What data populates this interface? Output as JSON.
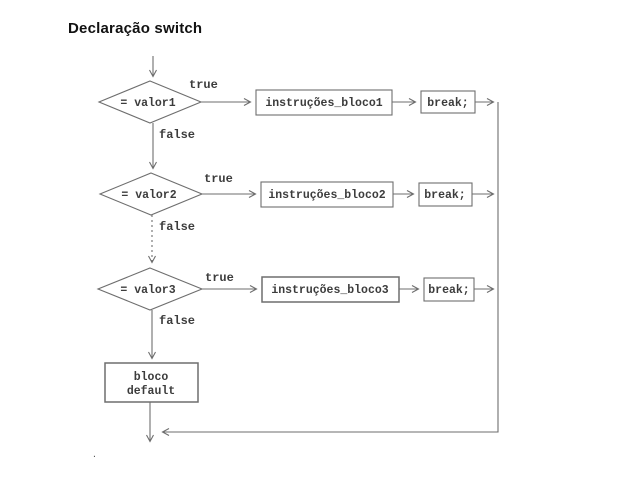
{
  "title": "Declaração switch",
  "colors": {
    "line": "#6e6e6e",
    "text": "#3c3c3c",
    "title": "#111111"
  },
  "flowchart": {
    "rows": [
      {
        "condition": "= valor1",
        "true_label": "true",
        "false_label": "false",
        "action": "instruções_bloco1",
        "break_label": "break;"
      },
      {
        "condition": "= valor2",
        "true_label": "true",
        "false_label": "false",
        "action": "instruções_bloco2",
        "break_label": "break;"
      },
      {
        "condition": "= valor3",
        "true_label": "true",
        "false_label": "false",
        "action": "instruções_bloco3",
        "break_label": "break;"
      }
    ],
    "default_block": {
      "line1": "bloco",
      "line2": "default"
    },
    "footnote": "."
  }
}
